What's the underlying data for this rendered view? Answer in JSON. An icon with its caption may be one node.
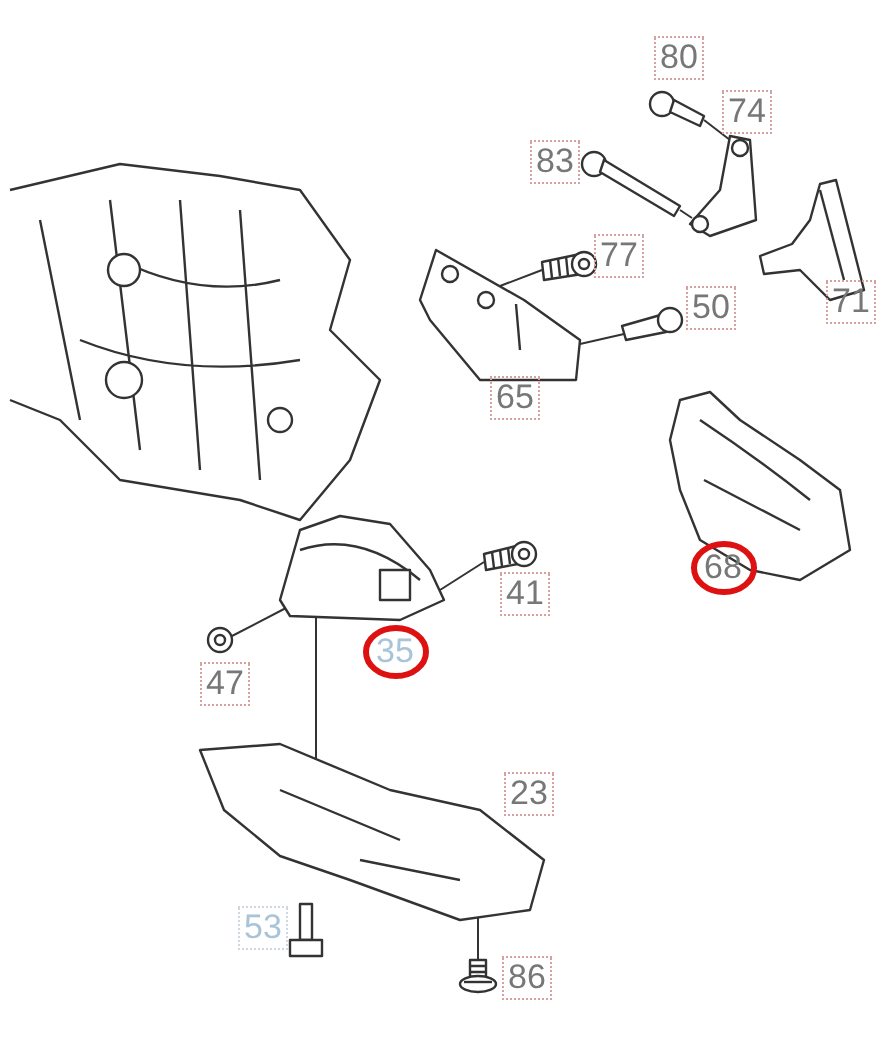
{
  "diagram": {
    "nodes": [
      {
        "text": [],
        "shape": "picture",
        "beside": [
          "80"
        ]
      },
      {
        "text": [],
        "shape": "picture",
        "beside": [
          "74"
        ]
      },
      {
        "text": [],
        "shape": "picture",
        "beside": [
          "83"
        ]
      },
      {
        "text": [],
        "shape": "picture"
      },
      {
        "text": [],
        "shape": "picture",
        "beside": [
          "71"
        ]
      },
      {
        "text": [],
        "shape": "picture",
        "beside": [
          "65"
        ]
      },
      {
        "text": [],
        "shape": "picture",
        "beside": [
          "77"
        ]
      },
      {
        "text": [],
        "shape": "picture",
        "beside": [
          "50"
        ]
      },
      {
        "text": [],
        "shape": "picture",
        "beside": [
          "68"
        ]
      },
      {
        "text": [],
        "shape": "picture",
        "beside": [
          "35"
        ]
      },
      {
        "text": [],
        "shape": "picture",
        "beside": [
          "41"
        ]
      },
      {
        "text": [],
        "shape": "picture",
        "beside": [
          "47"
        ]
      },
      {
        "text": [],
        "shape": "picture",
        "beside": [
          "23"
        ]
      },
      {
        "text": [],
        "shape": "picture",
        "beside": [
          "53"
        ]
      },
      {
        "text": [],
        "shape": "picture",
        "beside": [
          "86"
        ]
      }
    ],
    "edges": [
      {
        "from": 0,
        "to": 1,
        "arrow": "none"
      },
      {
        "from": 2,
        "to": 1,
        "arrow": "none"
      },
      {
        "from": 6,
        "to": 5,
        "arrow": "none"
      },
      {
        "from": 7,
        "to": 5,
        "arrow": "none"
      },
      {
        "from": 10,
        "to": 9,
        "arrow": "none"
      },
      {
        "from": 11,
        "to": 9,
        "arrow": "none"
      },
      {
        "from": 9,
        "to": 12,
        "arrow": "none"
      },
      {
        "from": 14,
        "to": 12,
        "arrow": "none"
      }
    ]
  }
}
